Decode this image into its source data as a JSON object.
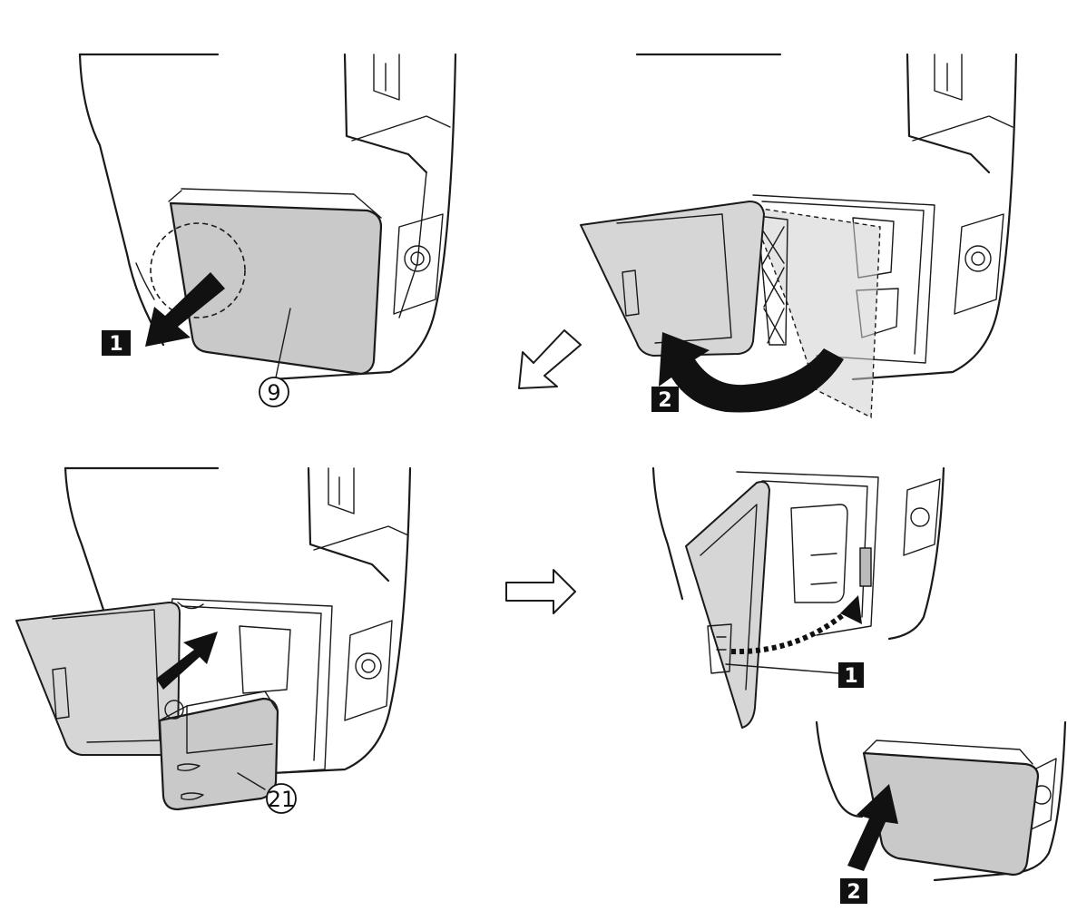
{
  "step_markers": {
    "panel1": "1",
    "panel2": "2",
    "panel4_a": "1",
    "panel4_b": "2"
  },
  "callouts": {
    "cover": "9",
    "pack": "21"
  },
  "icons": {
    "step_arrow_diagonal": "hollow-arrow-down-left",
    "step_arrow_right": "hollow-arrow-right"
  },
  "colors": {
    "line": "#1a1a1a",
    "panel_fill": "#c9c9c9",
    "badge": "#111111"
  }
}
